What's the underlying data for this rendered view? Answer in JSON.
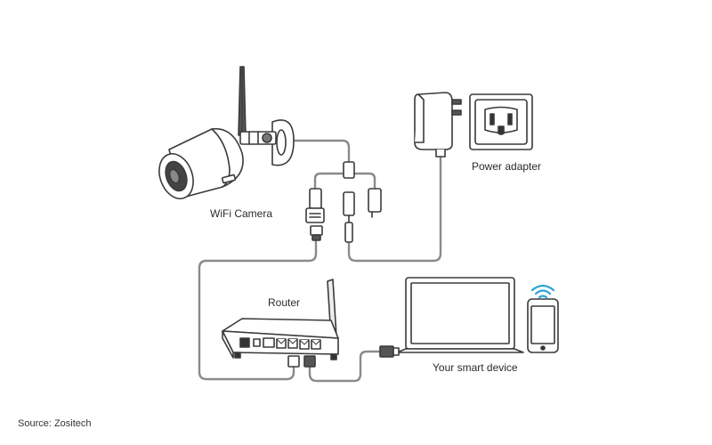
{
  "labels": {
    "wifi_camera": "WiFi Camera",
    "power_adapter": "Power adapter",
    "router": "Router",
    "smart_device": "Your smart device"
  },
  "source": "Source: Zositech",
  "colors": {
    "stroke": "#3a3a3a",
    "cable": "#8a8a8a",
    "fill": "#ffffff",
    "wifi": "#2aa3d8"
  },
  "icons": [
    "camera-icon",
    "power-adapter-icon",
    "wall-outlet-icon",
    "router-icon",
    "laptop-icon",
    "smartphone-icon",
    "wifi-icon"
  ]
}
